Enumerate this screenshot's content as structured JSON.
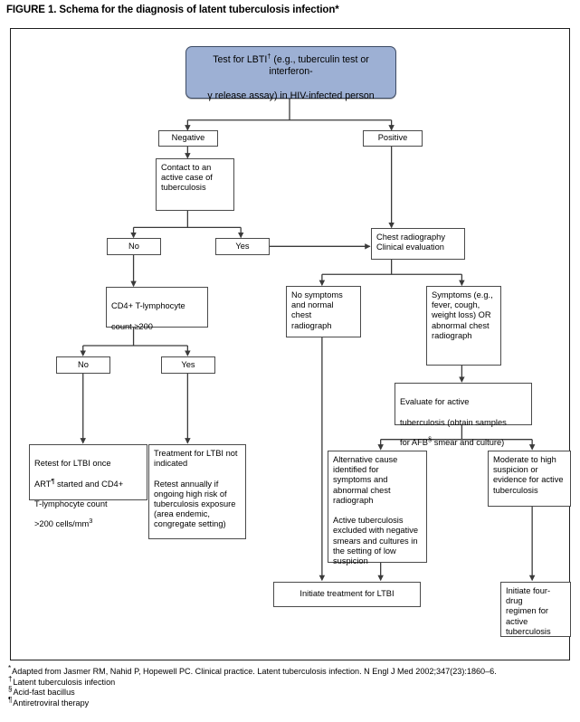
{
  "title": "FIGURE 1. Schema for the diagnosis of latent tuberculosis infection*",
  "colors": {
    "header_fill": "#9db0d4",
    "header_border": "#3c4a63",
    "box_border": "#4a4a4a",
    "frame_border": "#1d1d1d",
    "connector": "#3a3a3a",
    "background": "#ffffff"
  },
  "nodes": {
    "test_ltbi": {
      "line1": "Test for LBTI",
      "marker1": "†",
      "line1b": " (e.g., tuberculin test or interferon-",
      "line2": "γ release assay) in HIV-infected person"
    },
    "negative": "Negative",
    "positive": "Positive",
    "contact_active_case": "Contact to an\nactive case of\ntuberculosis",
    "contact_no": "No",
    "contact_yes": "Yes",
    "chest_radiography": "Chest radiography\nClinical evaluation",
    "cd4_count": {
      "line1": "CD4+ T-lymphocyte",
      "line2": "count ≥200"
    },
    "cd4_no": "No",
    "cd4_yes": "Yes",
    "no_symptoms": "No symptoms\nand normal chest\nradiograph",
    "symptoms": "Symptoms (e.g.,\nfever, cough,\nweight loss) OR\nabnormal chest\nradiograph",
    "evaluate_active": {
      "line1": "Evaluate for active",
      "line2": "tuberculosis (obtain samples",
      "line3a": "for AFB",
      "marker3": "§",
      "line3b": " smear and culture)"
    },
    "retest_ltbi": {
      "line1a": "Retest for LTBI once",
      "line2a": "ART",
      "marker2": "¶",
      "line2b": " started and CD4+",
      "line3": "T-lymphocyte count",
      "line4a": ">200 cells/mm",
      "sup4": "3"
    },
    "treatment_not_indicated": "Treatment for LTBI not\nindicated\n\nRetest annually if\nongoing high risk of\ntuberculosis exposure\n(area endemic,\ncongregate setting)",
    "alternative_cause": "Alternative cause\nidentified for\nsymptoms and\nabnormal chest\nradiograph\n\nActive tuberculosis\nexcluded with negative\nsmears and cultures in\nthe setting of low\nsuspicion",
    "moderate_high_suspicion": "Moderate to high\nsuspicion or\nevidence for active\ntuberculosis",
    "initiate_ltbi_treatment": "Initiate treatment for LTBI",
    "initiate_four_drug": "Initiate four-drug\nregimen for\nactive\ntuberculosis"
  },
  "footnotes": [
    {
      "marker": "*",
      "text": "Adapted from Jasmer RM, Nahid P, Hopewell PC. Clinical practice. Latent tuberculosis infection. N Engl J Med 2002;347(23):1860–6."
    },
    {
      "marker": "†",
      "text": "Latent tuberculosis infection"
    },
    {
      "marker": "§",
      "text": "Acid-fast bacillus"
    },
    {
      "marker": "¶",
      "text": "Antiretroviral therapy"
    }
  ]
}
